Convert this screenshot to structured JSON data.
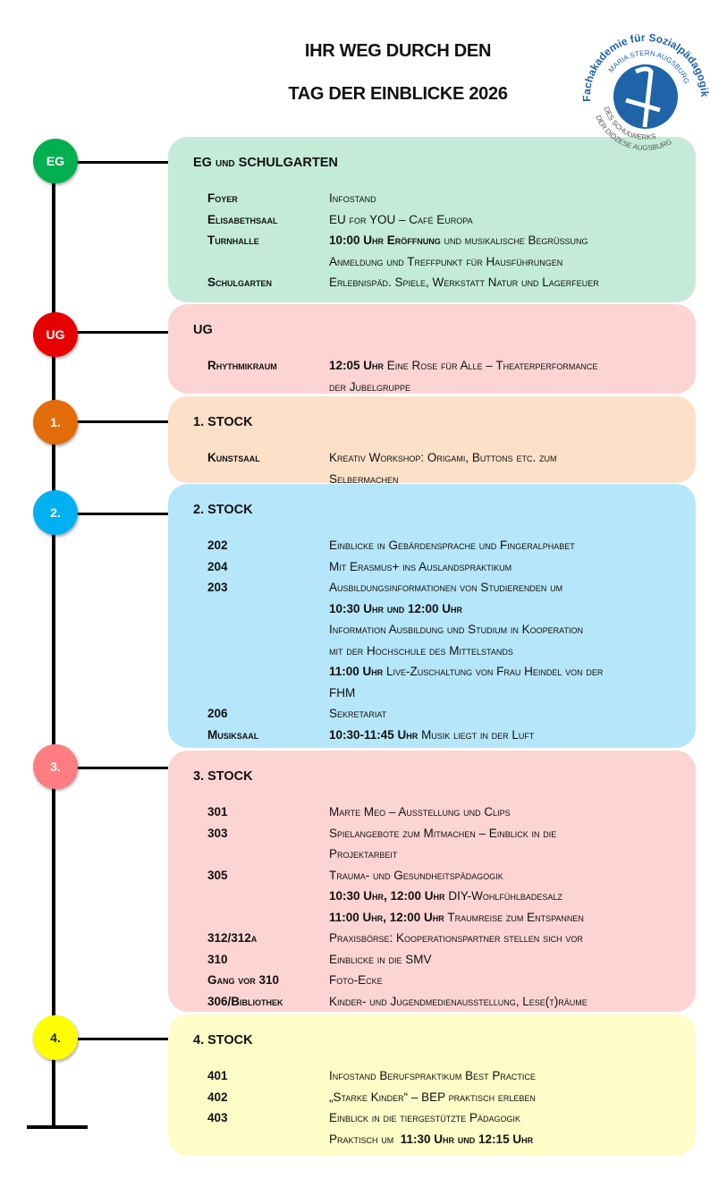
{
  "title": {
    "line1": "IHR WEG DURCH DEN",
    "line2": "TAG DER EINBLICKE 2026"
  },
  "logo": {
    "outer_text": "Fachakademie für Sozialpädagogik",
    "inner_text": "MARIA STERN AUGSBURG",
    "bottom_text1": "DES SCHULWERKS",
    "bottom_text2": "DER DIÖZESE AUGSBURG",
    "color": "#1f63a8"
  },
  "sections": [
    {
      "badge": "EG",
      "badge_color": "#00b050",
      "box_color": "#c3ebd8",
      "header": "EG und SCHULGARTEN",
      "rows": [
        {
          "room": "Foyer",
          "bold": "",
          "text": "Infostand"
        },
        {
          "room": "Elisabethsaal",
          "bold": "",
          "text": "EU for YOU – Café Europa"
        },
        {
          "room": "Turnhalle",
          "bold": "10:00 Uhr Eröffnung",
          "text": " und musikalische Begrüßung"
        },
        {
          "room": "",
          "bold": "",
          "text": "Anmeldung und Treffpunkt für Hausführungen"
        },
        {
          "room": "Schulgarten",
          "bold": "",
          "text": "Erlebnispäd. Spiele, Werkstatt Natur und Lagerfeuer"
        }
      ]
    },
    {
      "badge": "UG",
      "badge_color": "#e60000",
      "box_color": "#fdd4d4",
      "header": "UG",
      "rows": [
        {
          "room": "Rhythmikraum",
          "bold": "12:05 Uhr",
          "text": " Eine Rose für Alle – Theaterperformance"
        },
        {
          "room": "",
          "bold": "",
          "text": "der Jubelgruppe"
        }
      ]
    },
    {
      "badge": "1.",
      "badge_color": "#e36c0a",
      "box_color": "#fde0c8",
      "header": "1. STOCK",
      "rows": [
        {
          "room": "Kunstsaal",
          "bold": "",
          "text": "Kreativ Workshop: Origami, Buttons etc. zum"
        },
        {
          "room": "",
          "bold": "",
          "text": "Selbermachen"
        }
      ]
    },
    {
      "badge": "2.",
      "badge_color": "#00b0f0",
      "box_color": "#b6e6f9",
      "header": "2. STOCK",
      "rows": [
        {
          "room": "202",
          "bold": "",
          "text": "Einblicke in Gebärdensprache und Fingeralphabet"
        },
        {
          "room": "204",
          "bold": "",
          "text": "Mit Erasmus+ ins Auslandspraktikum"
        },
        {
          "room": "203",
          "bold": "",
          "text": "Ausbildungsinformationen von Studierenden um"
        },
        {
          "room": "",
          "bold": "10:30 Uhr und 12:00 Uhr",
          "text": ""
        },
        {
          "room": "",
          "bold": "",
          "text": "Information Ausbildung und Studium in Kooperation"
        },
        {
          "room": "",
          "bold": "",
          "text": "mit der Hochschule des Mittelstands"
        },
        {
          "room": "",
          "bold": "11:00 Uhr",
          "text": " Live-Zuschaltung von Frau Heindel von der"
        },
        {
          "room": "",
          "bold": "",
          "text": "FHM"
        },
        {
          "room": "206",
          "bold": "",
          "text": "Sekretariat"
        },
        {
          "room": "Musiksaal",
          "bold": "10:30-11:45 Uhr",
          "text": " Musik liegt in der Luft"
        }
      ]
    },
    {
      "badge": "3.",
      "badge_color": "#ff7c80",
      "box_color": "#fdd4d4",
      "header": "3. STOCK",
      "rows": [
        {
          "room": "301",
          "bold": "",
          "text": "Marte Meo – Ausstellung und Clips"
        },
        {
          "room": "303",
          "bold": "",
          "text": "Spielangebote zum Mitmachen – Einblick in die"
        },
        {
          "room": "",
          "bold": "",
          "text": "Projektarbeit"
        },
        {
          "room": "305",
          "bold": "",
          "text": "Trauma- und Gesundheitspädagogik"
        },
        {
          "room": "",
          "bold": "10:30 Uhr, 12:00 Uhr",
          "text": " DIY-Wohlfühlbadesalz"
        },
        {
          "room": "",
          "bold": "11:00 Uhr, 12:00 Uhr",
          "text": " Traumreise zum Entspannen"
        },
        {
          "room": "312/312a",
          "bold": "",
          "text": "Praxisbörse: Kooperationspartner stellen sich vor"
        },
        {
          "room": "310",
          "bold": "",
          "text": "Einblicke in die SMV"
        },
        {
          "room": "Gang vor 310",
          "bold": "",
          "text": "Foto-Ecke"
        },
        {
          "room": "306/Bibliothek",
          "bold": "",
          "text": "Kinder- und Jugendmedienausstellung, Lese(t)räume"
        }
      ]
    },
    {
      "badge": "4.",
      "badge_color": "#ffff00",
      "box_color": "#fdfdc8",
      "header": "4. STOCK",
      "rows": [
        {
          "room": "401",
          "bold": "",
          "text": "Infostand Berufspraktikum Best Practice"
        },
        {
          "room": "402",
          "bold": "",
          "text": "„Starke Kinder“ – BEP praktisch erleben"
        },
        {
          "room": "403",
          "bold": "",
          "text": "Einblick in die tiergestützte Pädagogik"
        },
        {
          "room": "",
          "prefix": "Praktisch um  ",
          "bold": "11:30 Uhr und 12:15 Uhr",
          "text": ""
        }
      ]
    }
  ]
}
